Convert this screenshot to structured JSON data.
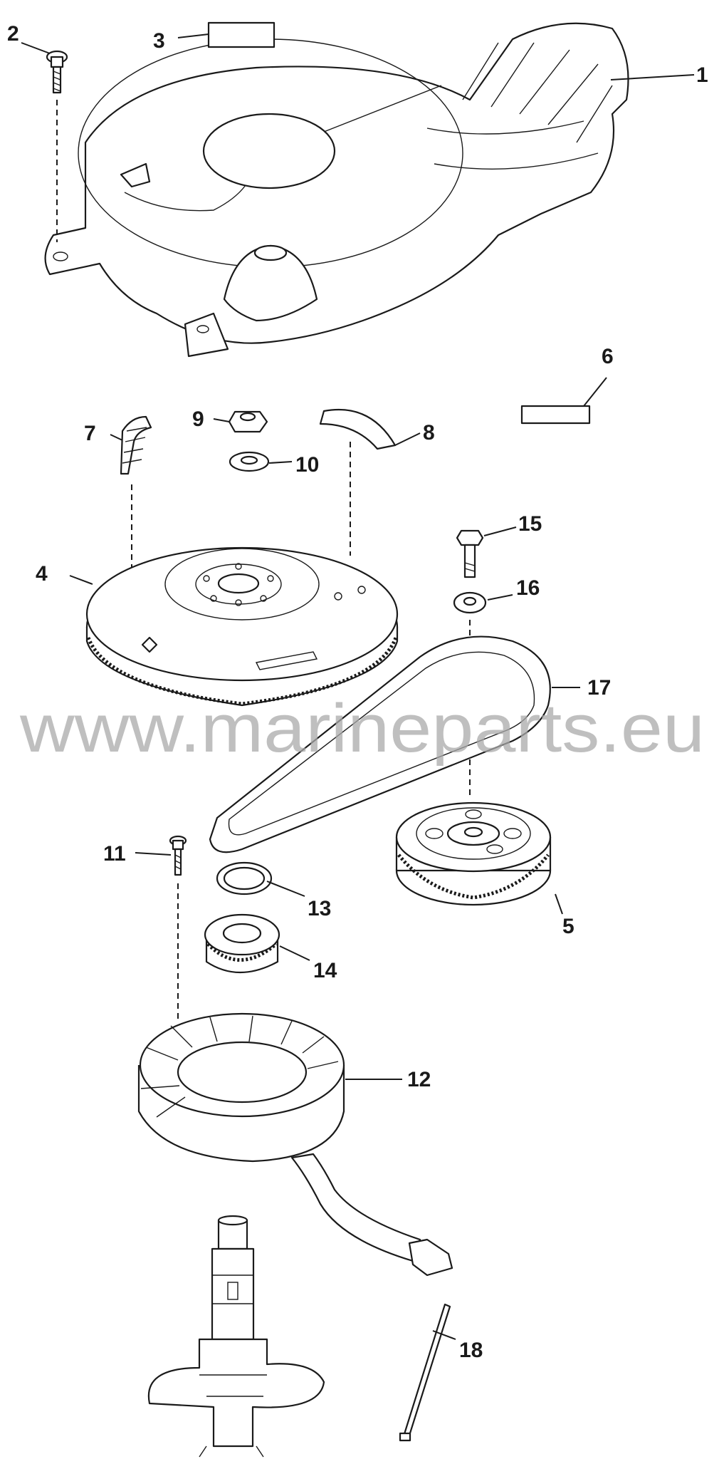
{
  "diagram": {
    "callouts": [
      "1",
      "2",
      "3",
      "4",
      "5",
      "6",
      "7",
      "8",
      "9",
      "10",
      "11",
      "12",
      "13",
      "14",
      "15",
      "16",
      "17",
      "18"
    ],
    "watermark": "www.marineparts.eu"
  }
}
